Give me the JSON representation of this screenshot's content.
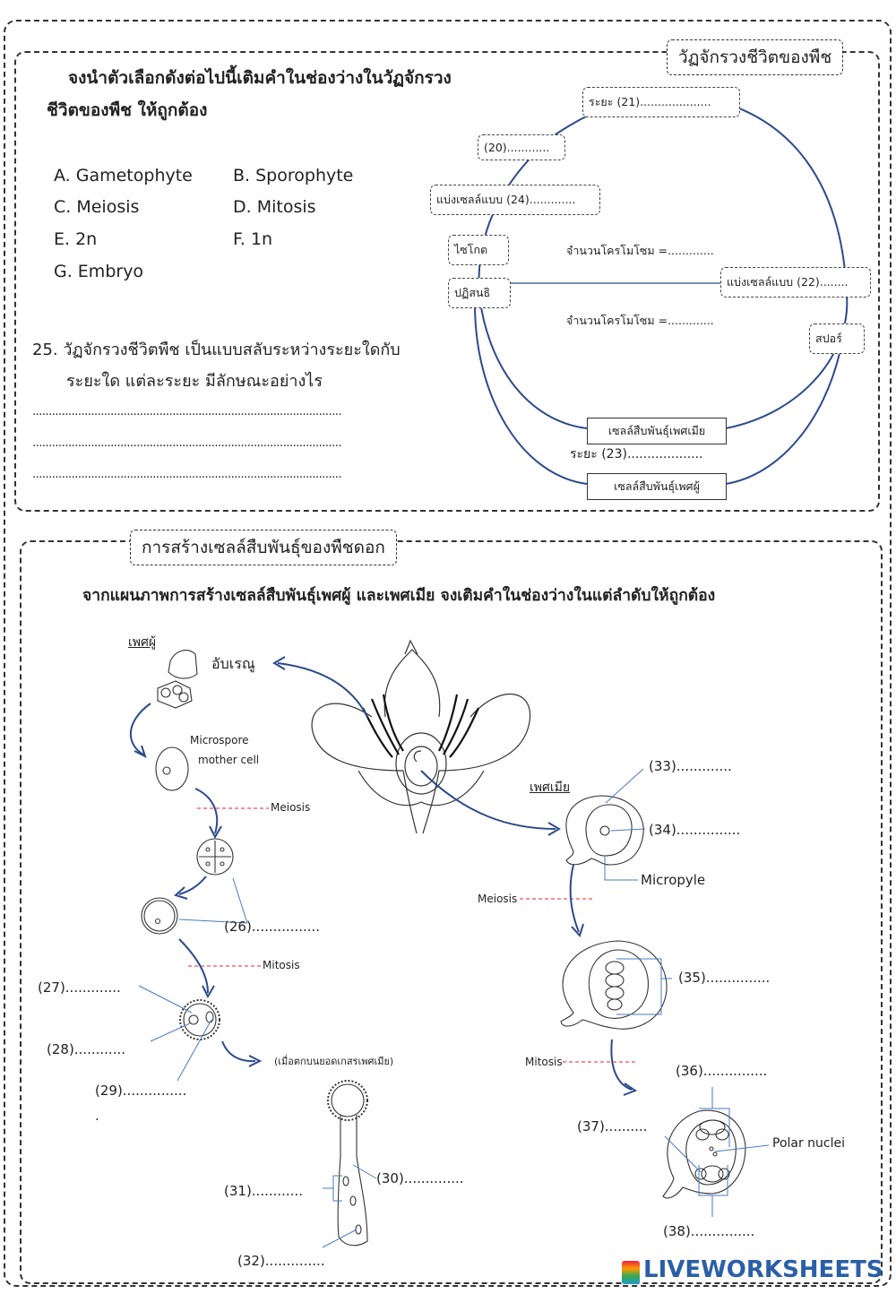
{
  "outer_frame": true,
  "section1": {
    "tag": "วัฏจักรวงชีวิตของพืช",
    "instruction_line1": "จงนำตัวเลือกดังต่อไปนี้เติมคำในช่องว่างในวัฏจักรวง",
    "instruction_line2": "ชีวิตของพืช ให้ถูกต้อง",
    "options": [
      "A. Gametophyte",
      "B. Sporophyte",
      "C. Meiosis",
      "D. Mitosis",
      "E. 2n",
      "F. 1n",
      "G. Embryo"
    ],
    "q25_line1": "25. วัฏจักรวงชีวิตพืช เป็นแบบสลับระหว่างระยะใดกับ",
    "q25_line2": "ระยะใด แต่ละระยะ มีลักษณะอย่างไร",
    "answer_lines": [
      "...............................................................................................",
      "...............................................................................................",
      "..............................................................................................."
    ],
    "cycle": {
      "b21": "ระยะ (21)....................",
      "b20": "(20)............",
      "b24": "แบ่งเซลล์แบบ (24).............",
      "zygote": "ไซโกต",
      "fert": "ปฏิสนธิ",
      "chrom_top": "จำนวนโครโมโซม =.............",
      "chrom_bottom": "จำนวนโครโมโซม =.............",
      "b22": "แบ่งเซลล์แบบ (22)........",
      "spore": "สปอร์",
      "egg": "เซลล์สืบพันธุ์เพศเมีย",
      "b23": "ระยะ (23)...................",
      "sperm": "เซลล์สืบพันธุ์เพศผู้"
    }
  },
  "section2": {
    "tag": "การสร้างเซลล์สืบพันธุ์ของพืชดอก",
    "instruction": "จากแผนภาพการสร้างเซลล์สืบพันธุ์เพศผู้ และเพศเมีย จงเติมคำในช่องว่างในแต่ลำดับให้ถูกต้อง",
    "male": {
      "title": "เพศผู้",
      "anther": "อับเรณู",
      "msmc1": "Microspore",
      "msmc2": "mother cell",
      "meiosis": "Meiosis",
      "q26": "(26)................",
      "mitosis": "Mitosis",
      "q27": "(27).............",
      "q28": "(28)............",
      "q29": "(29)...............",
      "period": ".",
      "note": "(เมื่อตกบนยอดเกสรเพศเมีย)",
      "q30": "(30)..............",
      "q31": "(31)............",
      "q32": "(32).............."
    },
    "female": {
      "title": "เพศเมีย",
      "q33": "(33).............",
      "q34": "(34)...............",
      "micropyle": "Micropyle",
      "meiosis": "Meiosis",
      "q35": "(35)...............",
      "mitosis": "Mitosis",
      "q36": "(36)...............",
      "q37": "(37)..........",
      "polar": "Polar nuclei",
      "q38": "(38)..............."
    }
  },
  "footer": {
    "logo": "LIVEWORKSHEETS"
  }
}
